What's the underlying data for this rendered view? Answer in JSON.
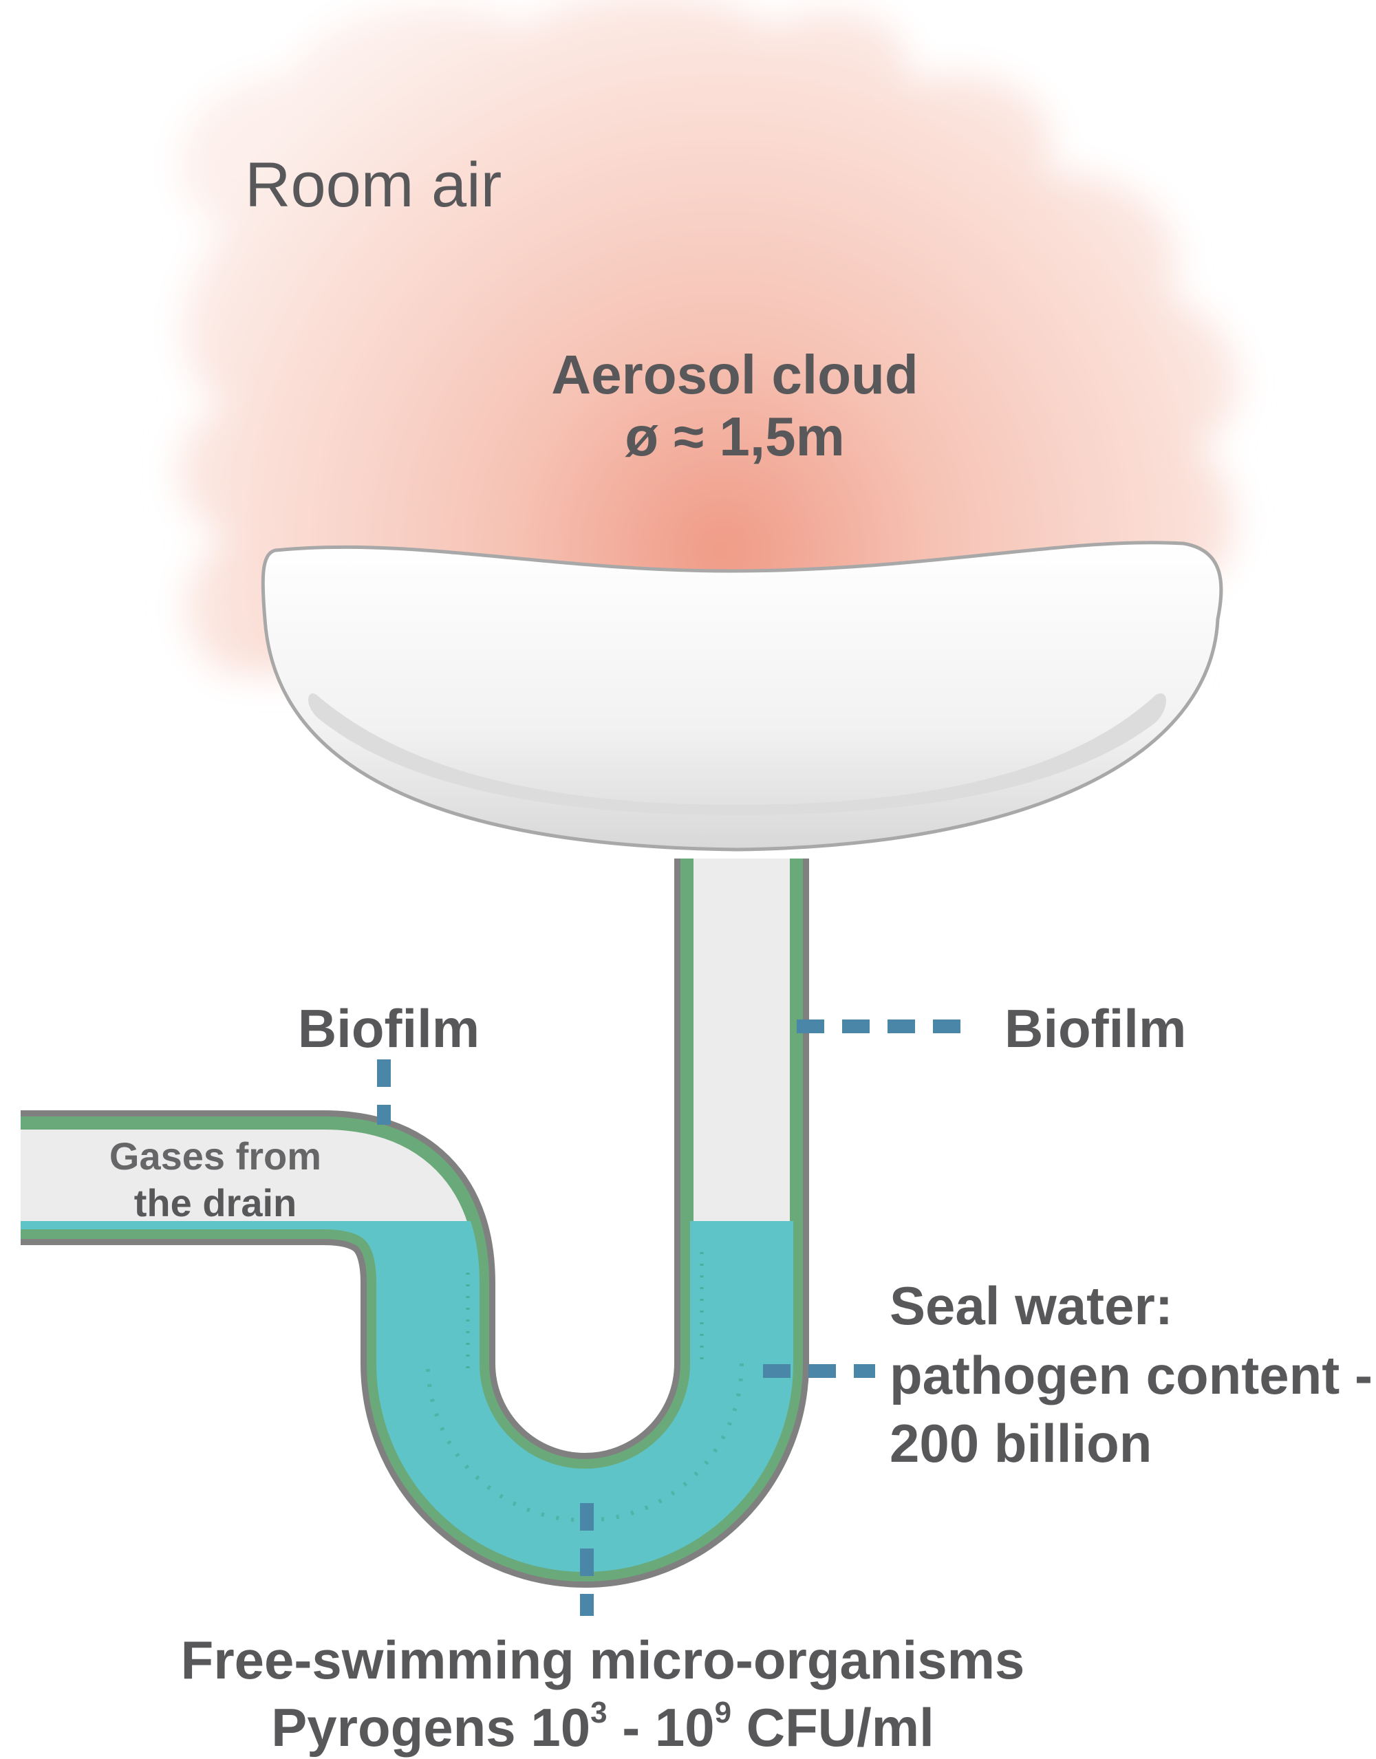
{
  "labels": {
    "room_air": "Room air",
    "aerosol_title": "Aerosol cloud",
    "aerosol_size": "ø ≈ 1,5m",
    "biofilm_left": "Biofilm",
    "biofilm_right": "Biofilm",
    "gases_line1": "Gases from",
    "gases_line2": "the drain",
    "seal_line1": "Seal water:",
    "seal_line2": "pathogen content -",
    "seal_line3": "200 billion",
    "free_swimming": "Free-swimming micro-organisms",
    "pyrogens_prefix": "Pyrogens  10",
    "pyrogens_exp1": "3",
    "pyrogens_mid": " - 10",
    "pyrogens_exp2": "9",
    "pyrogens_suffix": " CFU/ml"
  },
  "colors": {
    "text": "#58585a",
    "leader": "#4a86a8",
    "biofilm": "#6aaa7a",
    "pipe_outline": "#808080",
    "water": "#5ec4c8",
    "cloud_edge": "#fbe3dc",
    "cloud_center": "#f09a86"
  }
}
